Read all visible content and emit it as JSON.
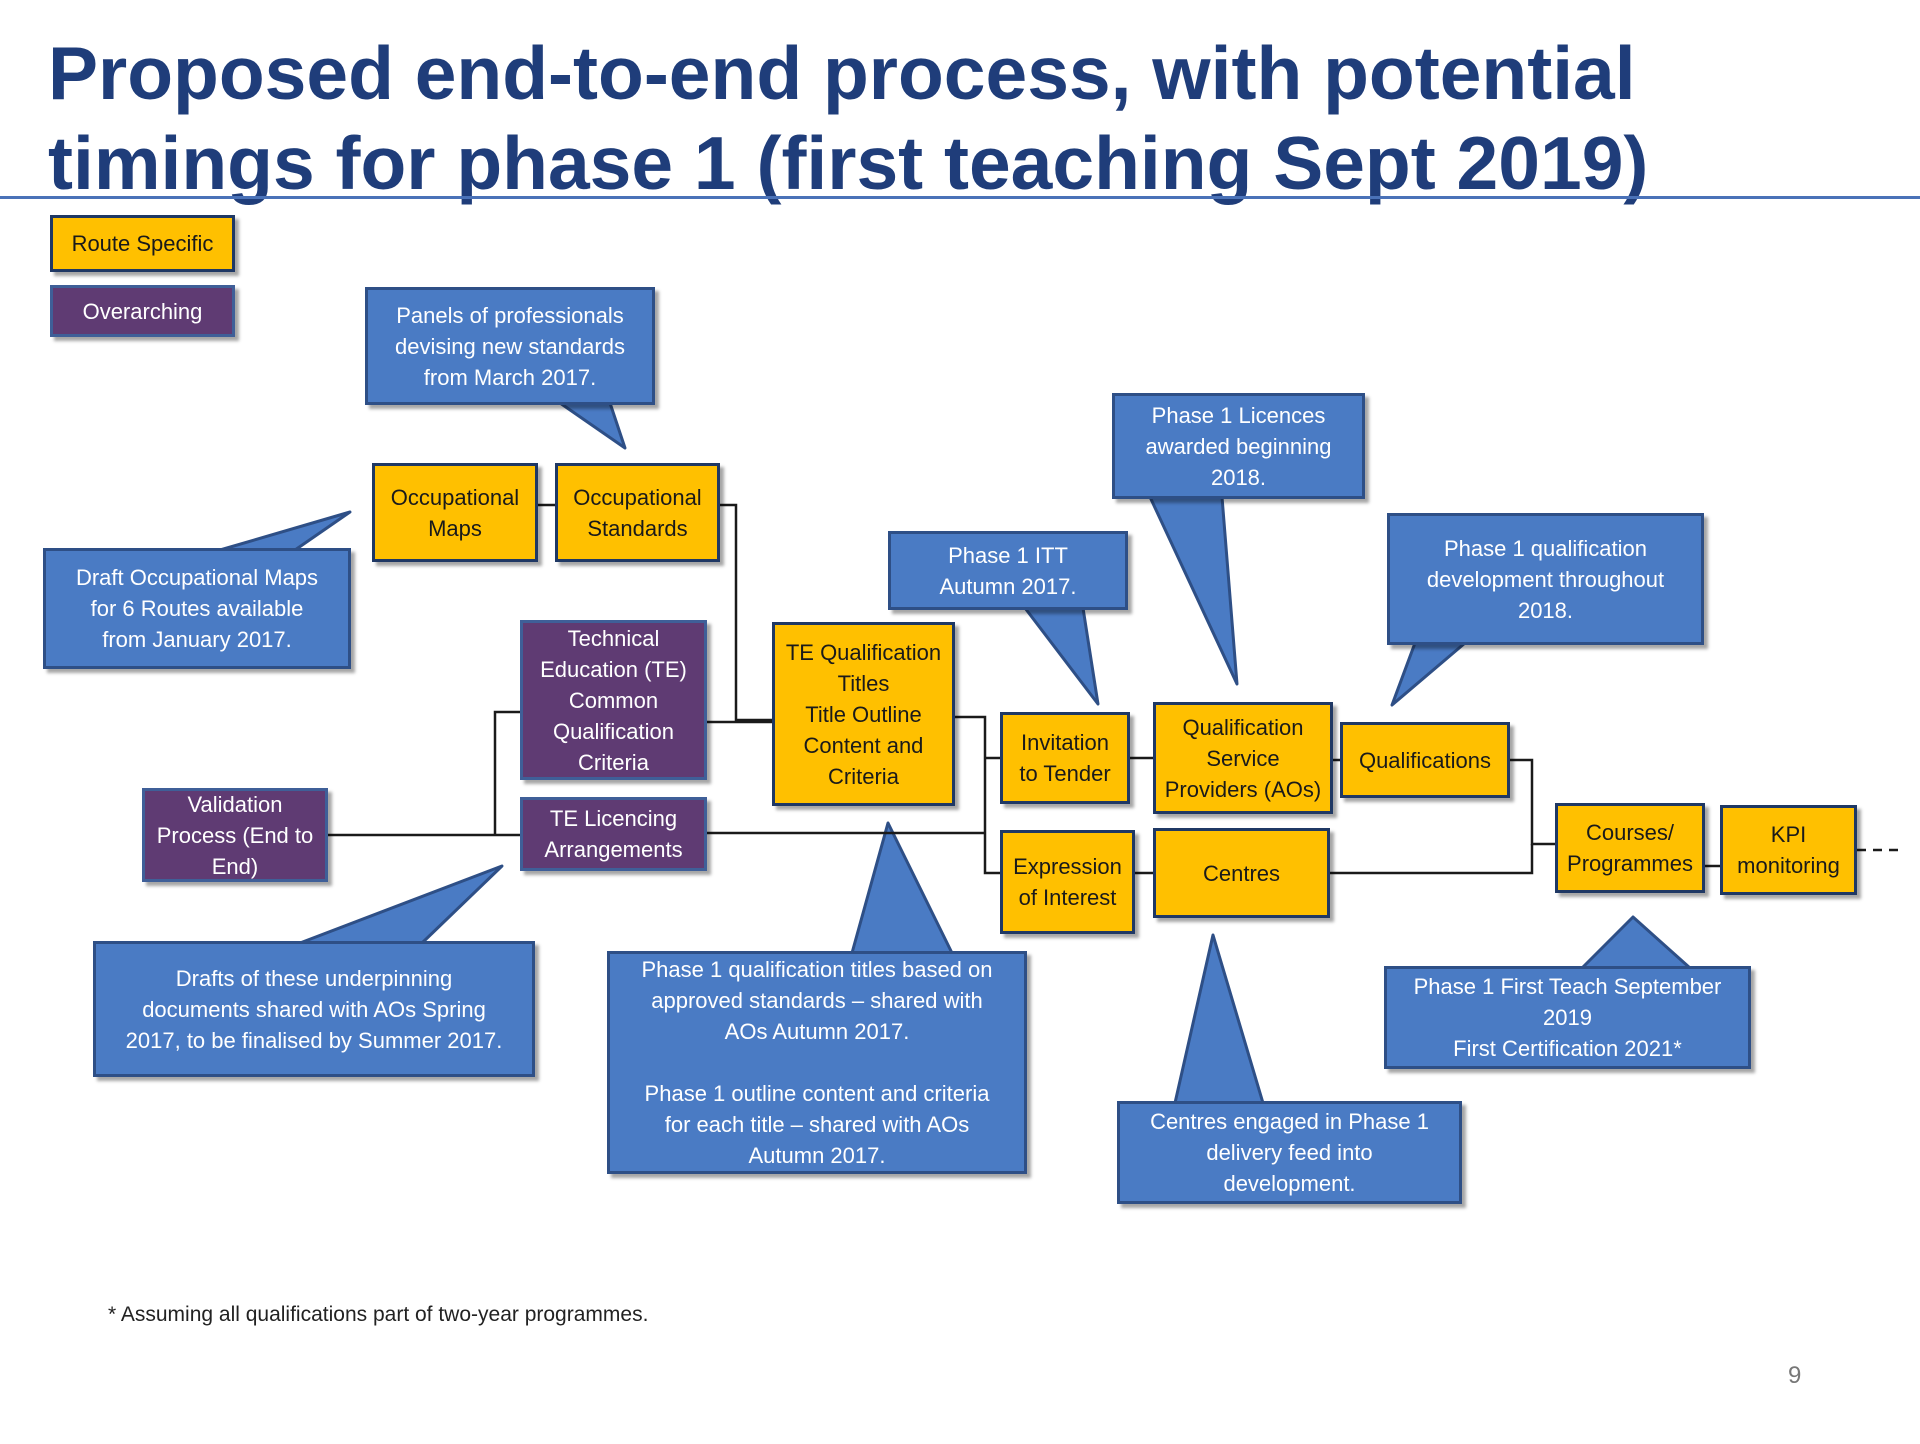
{
  "title": "Proposed end-to-end process, with potential timings for phase 1 (first teaching Sept 2019)",
  "legend": {
    "route_specific": "Route Specific",
    "overarching": "Overarching"
  },
  "boxes": {
    "occupational_maps": "Occupational\nMaps",
    "occupational_standards": "Occupational\nStandards",
    "te_common_criteria": "Technical\nEducation (TE)\nCommon\nQualification\nCriteria",
    "te_licencing": "TE Licencing\nArrangements",
    "validation_process": "Validation\nProcess  (End to\nEnd)",
    "te_qualification_titles": "TE Qualification\nTitles\nTitle Outline\nContent and\nCriteria",
    "invitation_to_tender": "Invitation\nto Tender",
    "expression_of_interest": "Expression\nof Interest",
    "qualification_service_providers": "Qualification\nService\nProviders (AOs)",
    "centres": "Centres",
    "qualifications": "Qualifications",
    "courses_programmes": "Courses/\nProgrammes",
    "kpi_monitoring": "KPI\nmonitoring"
  },
  "callouts": {
    "panels": "Panels of professionals\ndevising new standards\nfrom March 2017.",
    "draft_maps": "Draft Occupational Maps\nfor 6 Routes available\nfrom January 2017.",
    "licences": "Phase 1 Licences\nawarded beginning\n2018.",
    "itt": "Phase 1 ITT\nAutumn 2017.",
    "qual_dev": "Phase 1 qualification\ndevelopment throughout\n2018.",
    "drafts_underpinning": "Drafts of these underpinning\ndocuments shared with AOs Spring\n2017, to be finalised by Summer 2017.",
    "titles_based": "Phase 1 qualification titles based on\napproved standards – shared with\nAOs Autumn 2017.\n\nPhase 1 outline content and criteria\nfor each title – shared with AOs\nAutumn 2017.",
    "centres_engaged": "Centres engaged in Phase 1\ndelivery feed into\ndevelopment.",
    "first_teach": "Phase 1 First Teach September\n2019\nFirst Certification 2021*"
  },
  "footnote": "* Assuming all qualifications part of two-year programmes.",
  "page_number": "9",
  "colors": {
    "route_specific": "#ffc000",
    "overarching": "#5f3b73",
    "callout": "#4a7bc4",
    "title": "#1f3d7a"
  }
}
